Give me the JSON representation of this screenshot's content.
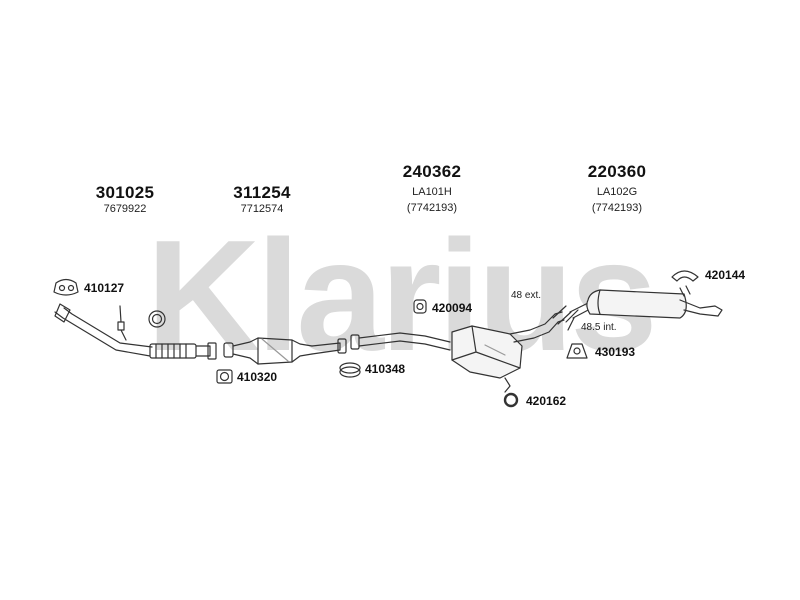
{
  "brand": {
    "watermark": "Klarius"
  },
  "assemblies": [
    {
      "part_no": "301025",
      "oe_ref": "7679922"
    },
    {
      "part_no": "311254",
      "oe_ref": "7712574"
    },
    {
      "part_no": "240362",
      "code": "LA101H",
      "oe_ref": "(7742193)"
    },
    {
      "part_no": "220360",
      "code": "LA102G",
      "oe_ref": "(7742193)"
    }
  ],
  "fittings": {
    "p410127": "410127",
    "p410320": "410320",
    "p410348": "410348",
    "p420094": "420094",
    "p420162": "420162",
    "p420144": "420144",
    "p430193": "430193"
  },
  "notes": {
    "ext": "48 ext.",
    "int": "48.5 int."
  },
  "colors": {
    "watermark": "#d9d9d9",
    "line": "#333333",
    "shade": "#bdbdbd"
  }
}
